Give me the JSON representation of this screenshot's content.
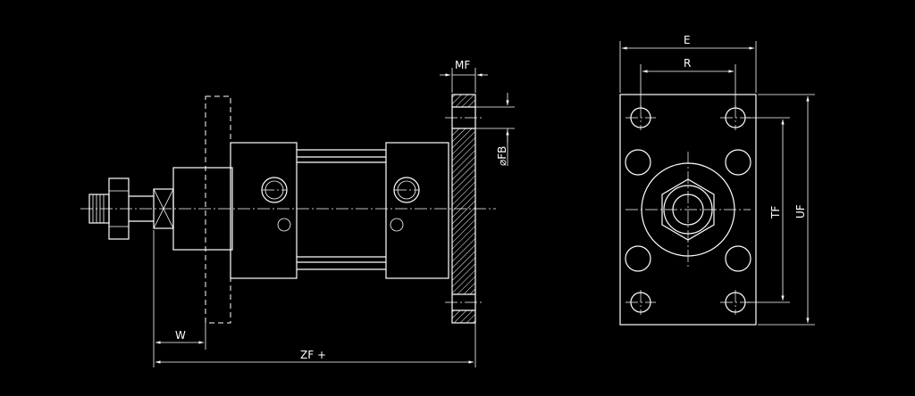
{
  "labels": {
    "mf": "MF",
    "fb": "⌀FB",
    "w": "W",
    "zf": "ZF +",
    "e": "E",
    "r": "R",
    "tf": "TF",
    "uf": "UF"
  }
}
